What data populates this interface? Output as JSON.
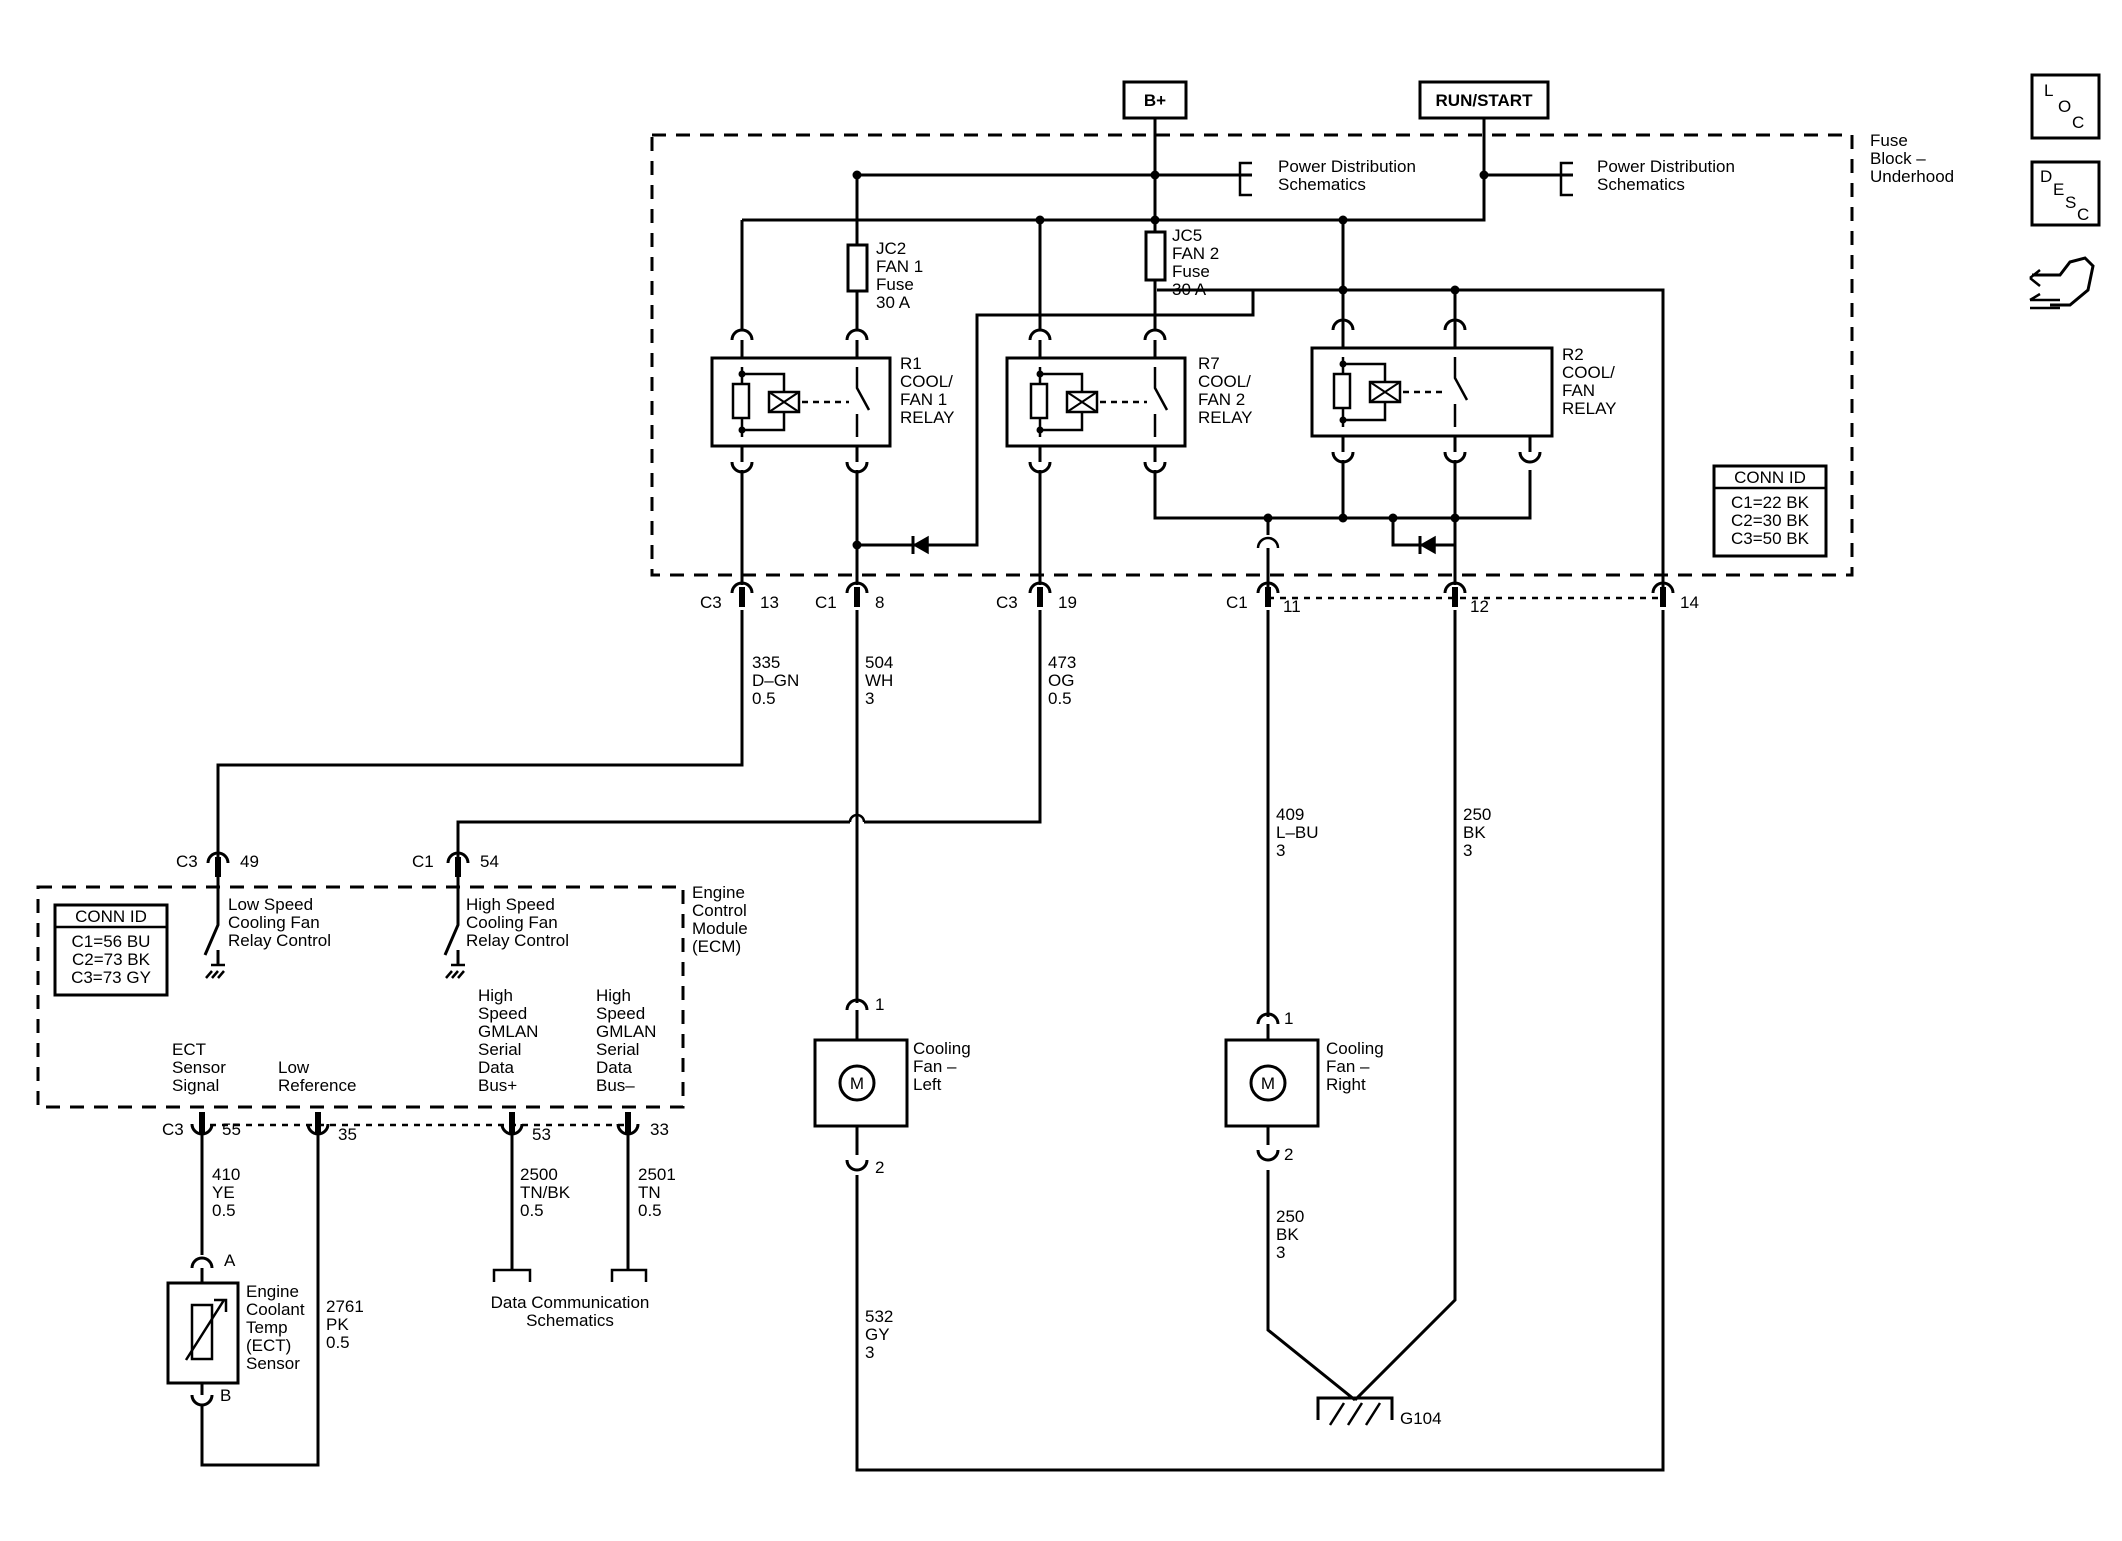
{
  "sources": {
    "bplus": "B+",
    "run_start": "RUN/START"
  },
  "fuse_block": {
    "title_lines": [
      "Fuse",
      "Block –",
      "Underhood"
    ]
  },
  "power_dist_1": [
    "Power Distribution",
    "Schematics"
  ],
  "power_dist_2": [
    "Power Distribution",
    "Schematics"
  ],
  "fuses": {
    "jc2": [
      "JC2",
      "FAN 1",
      "Fuse",
      "30 A"
    ],
    "jc5": [
      "JC5",
      "FAN 2",
      "Fuse",
      "30 A"
    ]
  },
  "relays": {
    "r1": [
      "R1",
      "COOL/",
      "FAN 1",
      "RELAY"
    ],
    "r7": [
      "R7",
      "COOL/",
      "FAN 2",
      "RELAY"
    ],
    "r2": [
      "R2",
      "COOL/",
      "FAN",
      "RELAY"
    ]
  },
  "fuse_conn_id": {
    "title": "CONN ID",
    "lines": [
      "C1=22 BK",
      "C2=30 BK",
      "C3=50 BK"
    ]
  },
  "fuse_pins": {
    "p13": {
      "conn": "C3",
      "pin": "13"
    },
    "p8": {
      "conn": "C1",
      "pin": "8"
    },
    "p19": {
      "conn": "C3",
      "pin": "19"
    },
    "p11": {
      "conn": "C1",
      "pin": "11"
    },
    "p12": {
      "pin": "12"
    },
    "p14": {
      "pin": "14"
    }
  },
  "wires": {
    "w335": [
      "335",
      "D–GN",
      "0.5"
    ],
    "w504": [
      "504",
      "WH",
      "3"
    ],
    "w473": [
      "473",
      "OG",
      "0.5"
    ],
    "w409": [
      "409",
      "L–BU",
      "3"
    ],
    "w250a": [
      "250",
      "BK",
      "3"
    ],
    "w250b": [
      "250",
      "BK",
      "3"
    ],
    "w532": [
      "532",
      "GY",
      "3"
    ],
    "w410": [
      "410",
      "YE",
      "0.5"
    ],
    "w2761": [
      "2761",
      "PK",
      "0.5"
    ],
    "w2500": [
      "2500",
      "TN/BK",
      "0.5"
    ],
    "w2501": [
      "2501",
      "TN",
      "0.5"
    ]
  },
  "ecm": {
    "title_lines": [
      "Engine",
      "Control",
      "Module",
      "(ECM)"
    ],
    "conn_id": {
      "title": "CONN ID",
      "lines": [
        "C1=56 BU",
        "C2=73 BK",
        "C3=73 GY"
      ]
    },
    "low_speed": [
      "Low Speed",
      "Cooling Fan",
      "Relay Control"
    ],
    "high_speed": [
      "High Speed",
      "Cooling Fan",
      "Relay Control"
    ],
    "ect_signal": [
      "ECT",
      "Sensor",
      "Signal"
    ],
    "low_ref": [
      "Low",
      "Reference"
    ],
    "bus_plus": [
      "High",
      "Speed",
      "GMLAN",
      "Serial",
      "Data",
      "Bus+"
    ],
    "bus_minus": [
      "High",
      "Speed",
      "GMLAN",
      "Serial",
      "Data",
      "Bus–"
    ],
    "pins": {
      "p49": {
        "conn": "C3",
        "pin": "49"
      },
      "p54": {
        "conn": "C1",
        "pin": "54"
      },
      "p55": {
        "conn": "C3",
        "pin": "55"
      },
      "p35": {
        "pin": "35"
      },
      "p53": {
        "pin": "53"
      },
      "p33": {
        "pin": "33"
      }
    }
  },
  "data_comm": [
    "Data Communication",
    "Schematics"
  ],
  "fan_left": {
    "lines": [
      "Cooling",
      "Fan –",
      "Left"
    ],
    "motor": "M",
    "pin_top": "1",
    "pin_bottom": "2"
  },
  "fan_right": {
    "lines": [
      "Cooling",
      "Fan –",
      "Right"
    ],
    "motor": "M",
    "pin_top": "1",
    "pin_bottom": "2"
  },
  "ect_sensor": {
    "lines": [
      "Engine",
      "Coolant",
      "Temp",
      "(ECT)",
      "Sensor"
    ],
    "pin_a": "A",
    "pin_b": "B"
  },
  "ground": "G104",
  "side_icons": {
    "loc": [
      "L",
      "O",
      "C"
    ],
    "desc": [
      "D",
      "E",
      "S",
      "C"
    ]
  }
}
